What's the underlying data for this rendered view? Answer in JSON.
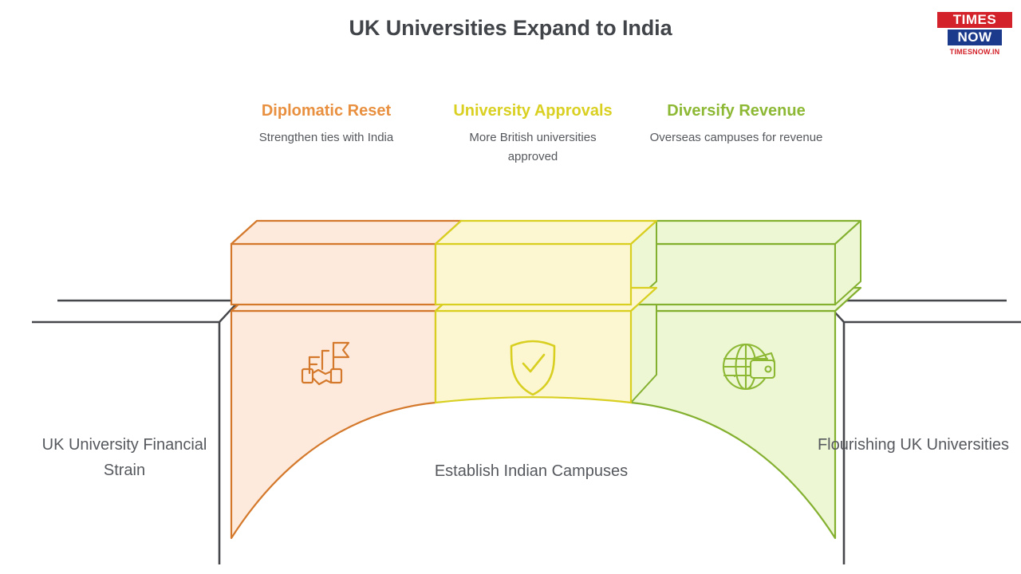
{
  "header": {
    "title": "UK Universities Expand to India"
  },
  "logo": {
    "word_top": "TIMES",
    "word_bottom": "NOW",
    "url": "TIMESNOW.IN",
    "red": "#d32229",
    "blue": "#1b3a8c"
  },
  "steps": [
    {
      "title": "Diplomatic Reset",
      "desc": "Strengthen ties with India",
      "color": "#e8903f",
      "stroke": "#d4792c",
      "fill": "#fdeadc",
      "icon": "handshake-flags-icon"
    },
    {
      "title": "University Approvals",
      "desc": "More British universities approved",
      "color": "#d9d022",
      "stroke": "#d8cf21",
      "fill": "#fcf7d0",
      "icon": "shield-check-icon"
    },
    {
      "title": "Diversify Revenue",
      "desc": "Overseas campuses for revenue",
      "color": "#8cb834",
      "stroke": "#84b02f",
      "fill": "#eef7d4",
      "icon": "globe-wallet-icon"
    }
  ],
  "endpoints": {
    "left": "UK University Financial Strain",
    "right": "Flourishing UK Universities",
    "center": "Establish Indian Campuses"
  },
  "road": {
    "color": "#46474b"
  }
}
